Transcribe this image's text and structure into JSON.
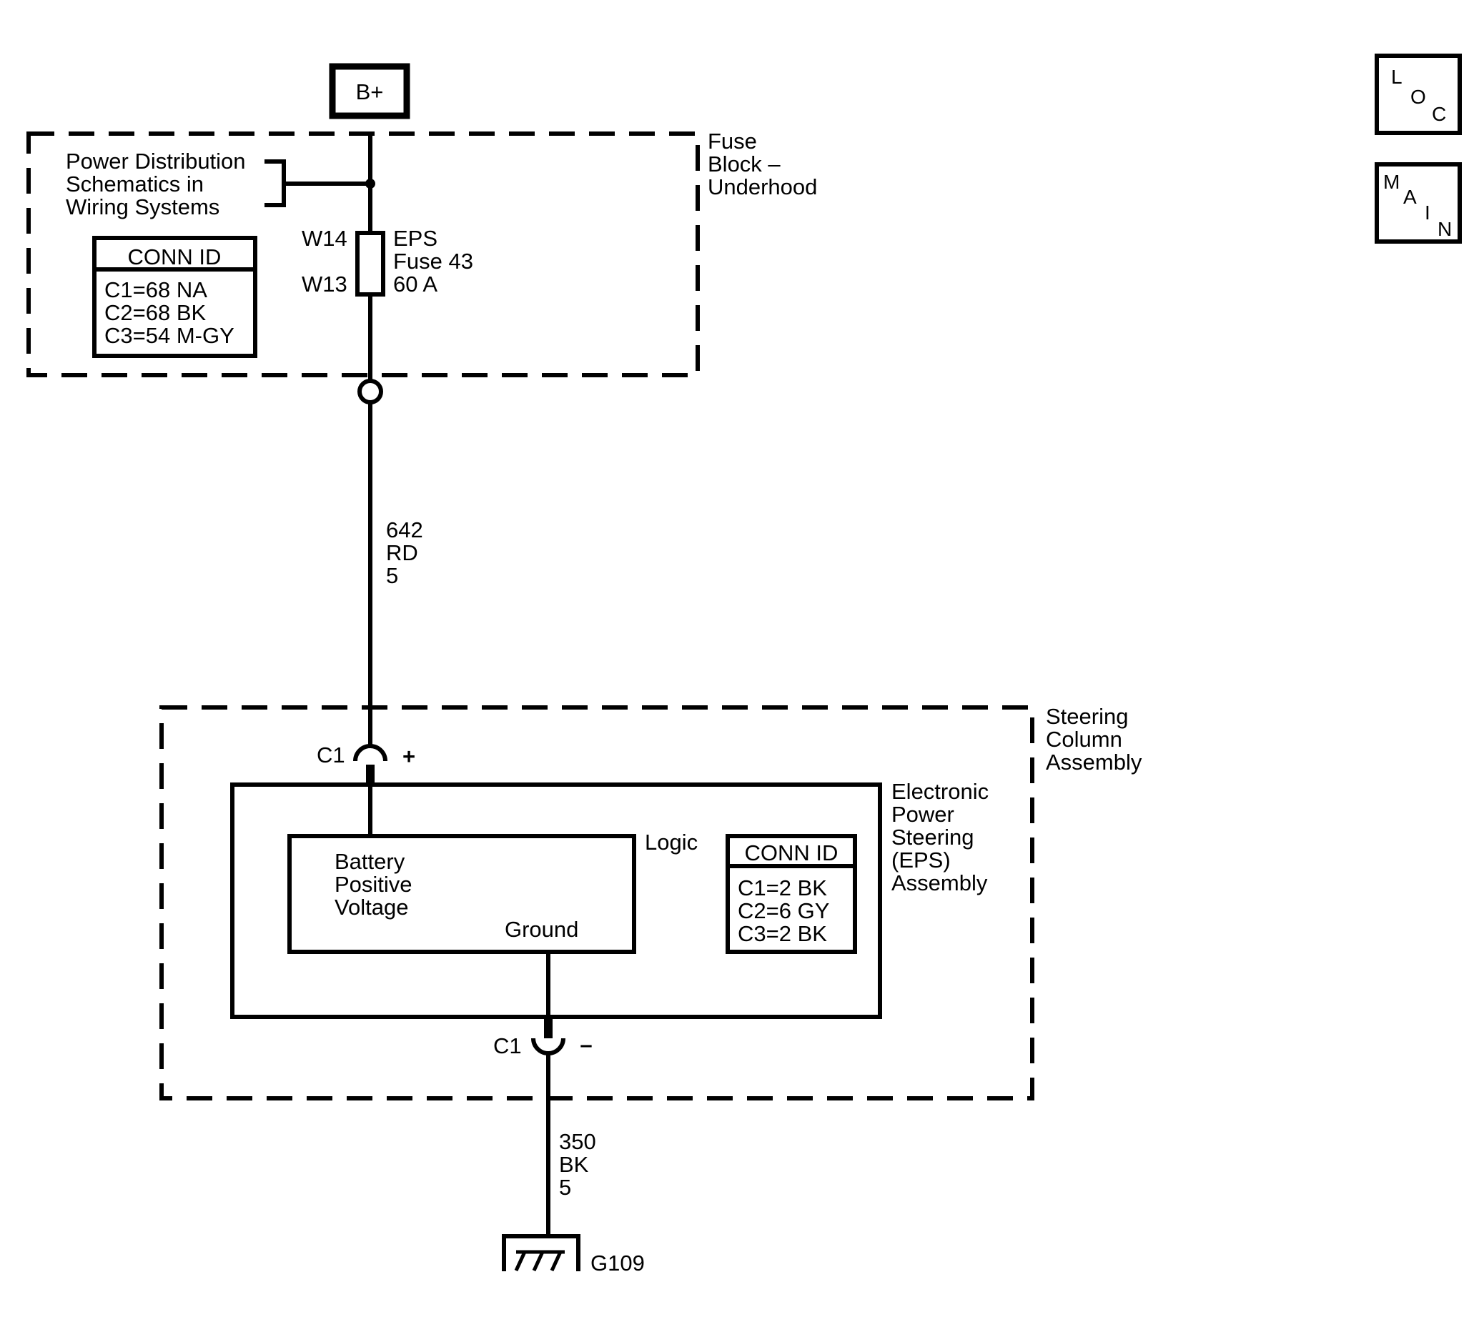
{
  "power_source": {
    "label": "B+"
  },
  "fuse_block": {
    "name_lines": [
      "Fuse",
      "Block –",
      "Underhood"
    ],
    "reference_lines": [
      "Power Distribution",
      "Schematics in",
      "Wiring Systems"
    ],
    "conn_id": {
      "title": "CONN ID",
      "entries": [
        "C1=68 NA",
        "C2=68 BK",
        "C3=54 M-GY"
      ]
    },
    "fuse": {
      "pin_top": "W14",
      "pin_bottom": "W13",
      "label_lines": [
        "EPS",
        "Fuse 43",
        "60 A"
      ]
    }
  },
  "wire_feed": {
    "circuit": "642",
    "color": "RD",
    "gauge": "5"
  },
  "steering_column": {
    "name_lines": [
      "Steering",
      "Column",
      "Assembly"
    ],
    "connector_positive": {
      "name": "C1",
      "symbol": "+"
    },
    "connector_negative": {
      "name": "C1",
      "symbol": "–"
    }
  },
  "eps_assembly": {
    "name_lines": [
      "Electronic",
      "Power",
      "Steering",
      "(EPS)",
      "Assembly"
    ],
    "logic_label": "Logic",
    "battery_lines": [
      "Battery",
      "Positive",
      "Voltage"
    ],
    "ground_label": "Ground",
    "conn_id": {
      "title": "CONN ID",
      "entries": [
        "C1=2 BK",
        "C2=6 GY",
        "C3=2 BK"
      ]
    }
  },
  "wire_ground": {
    "circuit": "350",
    "color": "BK",
    "gauge": "5"
  },
  "ground": {
    "label": "G109"
  },
  "nav": {
    "loc": [
      "L",
      "O",
      "C"
    ],
    "main": [
      "M",
      "A",
      "I",
      "N"
    ]
  }
}
